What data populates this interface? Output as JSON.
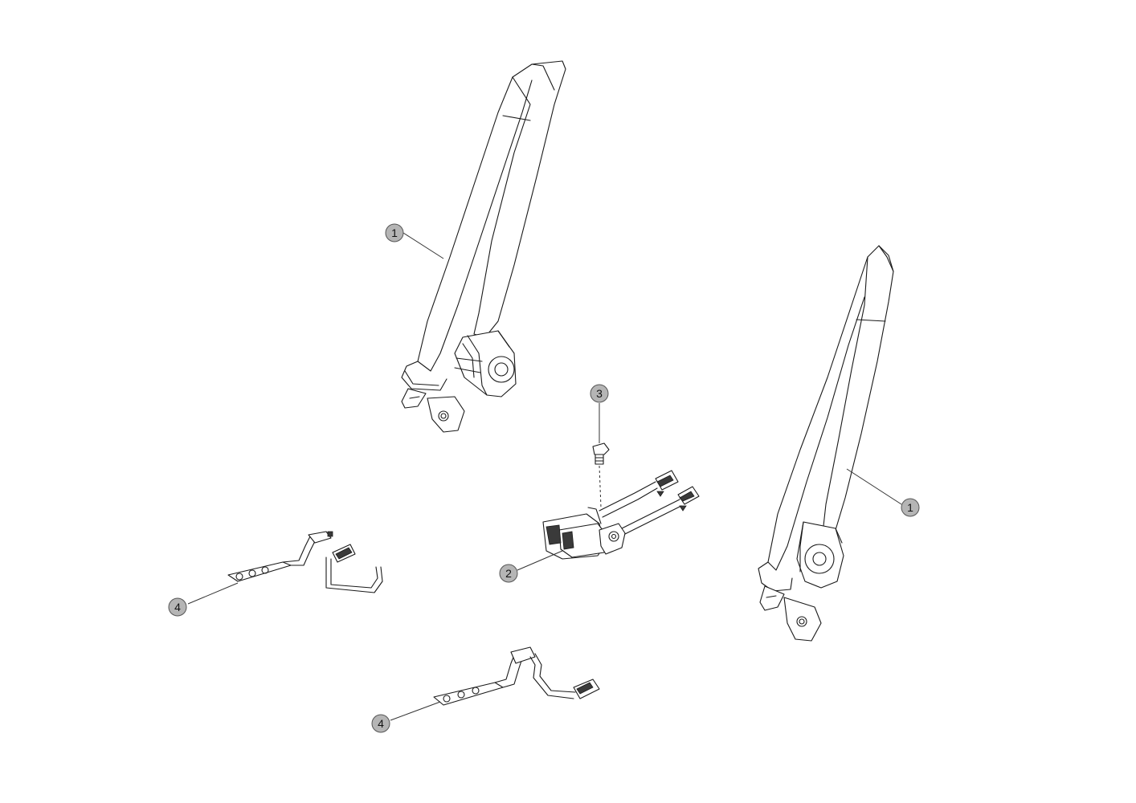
{
  "colors": {
    "callout_fill": "#b5b5b5",
    "line": "#1a1a1a",
    "background": "#ffffff"
  },
  "callouts": [
    {
      "id": "belt-left",
      "label": "1"
    },
    {
      "id": "belt-right",
      "label": "1"
    },
    {
      "id": "buckle",
      "label": "2"
    },
    {
      "id": "bolt",
      "label": "3"
    },
    {
      "id": "harness-left",
      "label": "4"
    },
    {
      "id": "harness-bottom",
      "label": "4"
    }
  ]
}
